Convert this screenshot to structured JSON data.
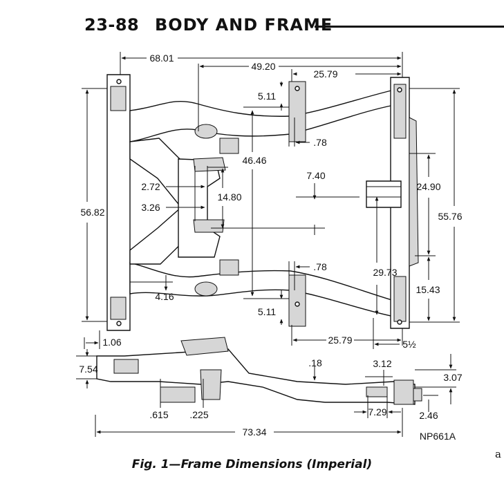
{
  "header": {
    "page_number": "23-88",
    "section_title": "BODY AND FRAME"
  },
  "figure": {
    "caption": "Fig. 1—Frame Dimensions (Imperial)",
    "code": "NP661A",
    "edge_mark": "a"
  },
  "dimensions": {
    "top_view": {
      "overall_front_to_rear": "68.01",
      "middle_span": "49.20",
      "rear_section_top": "25.79",
      "rear_section_bottom": "25.79",
      "upper_offset": "5.11",
      "lower_offset": "5.11",
      "upper_small": ".78",
      "lower_small": ".78",
      "inner_width": "46.46",
      "center_offset": "7.40",
      "mount_a": "2.72",
      "mount_b": "3.26",
      "mount_spacing": "14.80",
      "left_width": "56.82",
      "front_offset": "4.16",
      "front_edge": "1.06",
      "rear_width": "55.76",
      "rear_upper": "24.90",
      "rear_middle": "29.73",
      "rear_lower": "15.43",
      "rear_end": "5½"
    },
    "side_view": {
      "front_height": "7.54",
      "small_a": ".615",
      "small_b": ".225",
      "kickup": ".18",
      "rear_a": "3.12",
      "rear_height": "3.07",
      "rear_b": "7.29",
      "rear_c": "2.46",
      "overall_length": "73.34"
    }
  }
}
